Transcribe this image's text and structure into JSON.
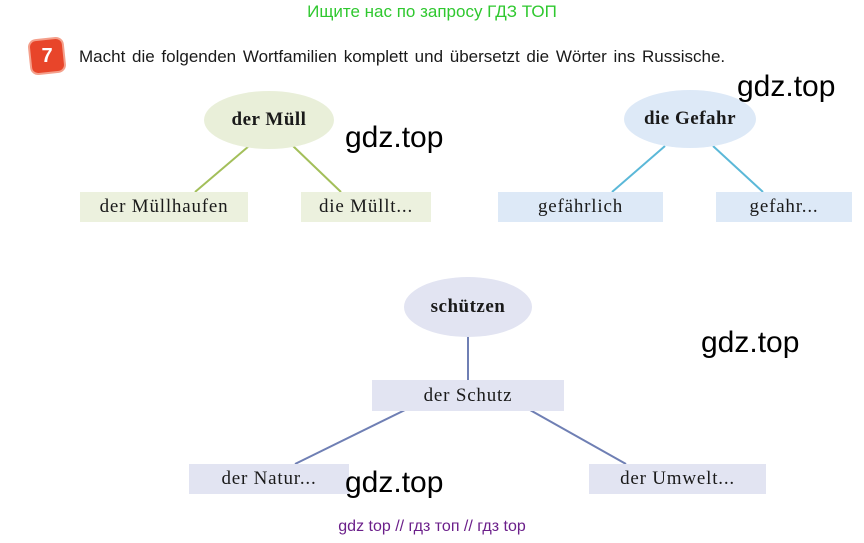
{
  "header": {
    "link_text": "Ищите нас по запросу ГДЗ ТОП"
  },
  "task": {
    "number": "7",
    "instruction": "Macht die folgenden Wortfamilien komplett und übersetzt die Wörter ins Russische."
  },
  "tree_muell": {
    "root": "der Müll",
    "children": [
      "der Müllhaufen",
      "die Müllt..."
    ]
  },
  "tree_gefahr": {
    "root": "die Gefahr",
    "children": [
      "gefährlich",
      "gefahr..."
    ]
  },
  "tree_schuetzen": {
    "root": "schützen",
    "middle": "der Schutz",
    "children": [
      "der Natur...",
      "der Umwelt..."
    ]
  },
  "watermarks": [
    "gdz.top",
    "gdz.top",
    "gdz.top",
    "gdz.top"
  ],
  "footer": {
    "text": "gdz top // гдз топ // гдз top"
  },
  "colors": {
    "green_line": "#a3bf5a",
    "blue_line": "#5bb8d8",
    "lavender_line": "#6f7fb4",
    "badge": "#e8452a"
  }
}
